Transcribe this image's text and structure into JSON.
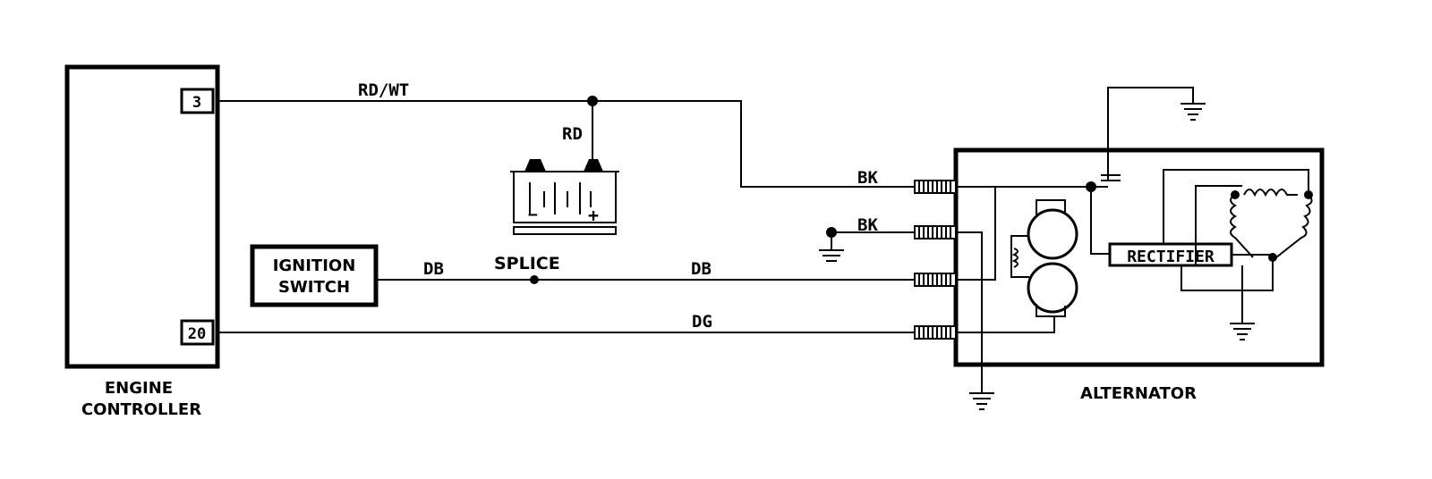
{
  "components": {
    "engine_controller": {
      "label_line1": "ENGINE",
      "label_line2": "CONTROLLER",
      "pin_top": "3",
      "pin_bottom": "20"
    },
    "ignition_switch": {
      "label_line1": "IGNITION",
      "label_line2": "SWITCH"
    },
    "alternator": {
      "label": "ALTERNATOR"
    },
    "rectifier": {
      "label": "RECTIFIER"
    },
    "splice": {
      "label": "SPLICE"
    },
    "battery": {
      "plus": "+",
      "minus": "−"
    }
  },
  "wires": {
    "rd_wt": "RD/WT",
    "rd": "RD",
    "bk_top": "BK",
    "bk_ground": "BK",
    "db_left": "DB",
    "db_right": "DB",
    "dg": "DG"
  }
}
